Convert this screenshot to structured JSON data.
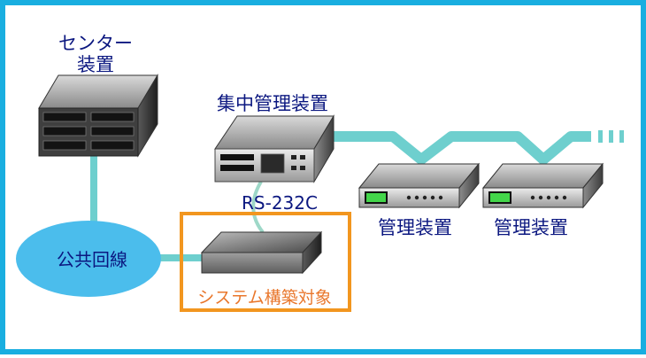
{
  "labels": {
    "center_line1": "センター",
    "center_line2": "装置",
    "central_mgmt": "集中管理装置",
    "serial": "RS-232C",
    "public_network": "公共回線",
    "managed_1": "管理装置",
    "managed_2": "管理装置",
    "system_scope": "システム構築対象"
  },
  "colors": {
    "frame": "#19aee0",
    "link": "#6ecfce",
    "cloud": "#4bbdec",
    "highlight": "#f2961f",
    "label_text": "#0b1780",
    "scope_text": "#e9772c",
    "lcd": "#43d64a"
  }
}
